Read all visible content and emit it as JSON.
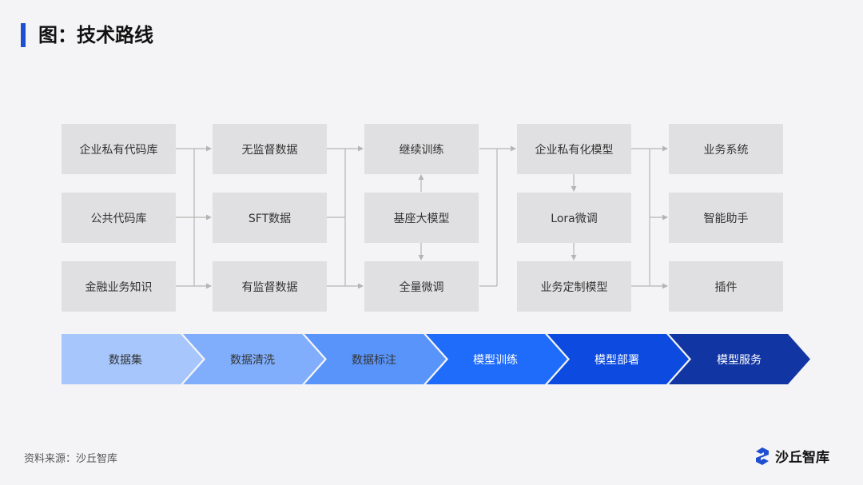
{
  "title": "图：技术路线",
  "columns": [
    {
      "items": [
        "企业私有代码库",
        "公共代码库",
        "金融业务知识"
      ]
    },
    {
      "items": [
        "无监督数据",
        "SFT数据",
        "有监督数据"
      ]
    },
    {
      "items": [
        "继续训练",
        "基座大模型",
        "全量微调"
      ]
    },
    {
      "items": [
        "企业私有化模型",
        "Lora微调",
        "业务定制模型"
      ]
    },
    {
      "items": [
        "业务系统",
        "智能助手",
        "插件"
      ]
    }
  ],
  "pipeline": {
    "steps": [
      "数据集",
      "数据清洗",
      "数据标注",
      "模型训练",
      "模型部署",
      "模型服务"
    ],
    "colors": [
      "#a6c6fc",
      "#80aefc",
      "#5994fb",
      "#1f6cfb",
      "#0d4be0",
      "#1135a3"
    ],
    "text_colors": [
      "#333333",
      "#333333",
      "#333333",
      "#ffffff",
      "#ffffff",
      "#ffffff"
    ]
  },
  "footer": {
    "source": "资料来源：沙丘智库",
    "logo_text": "沙丘智库"
  },
  "colors": {
    "accent": "#1f4fd1",
    "box_bg": "#e0e0e2",
    "connector": "#b5b5b5"
  }
}
